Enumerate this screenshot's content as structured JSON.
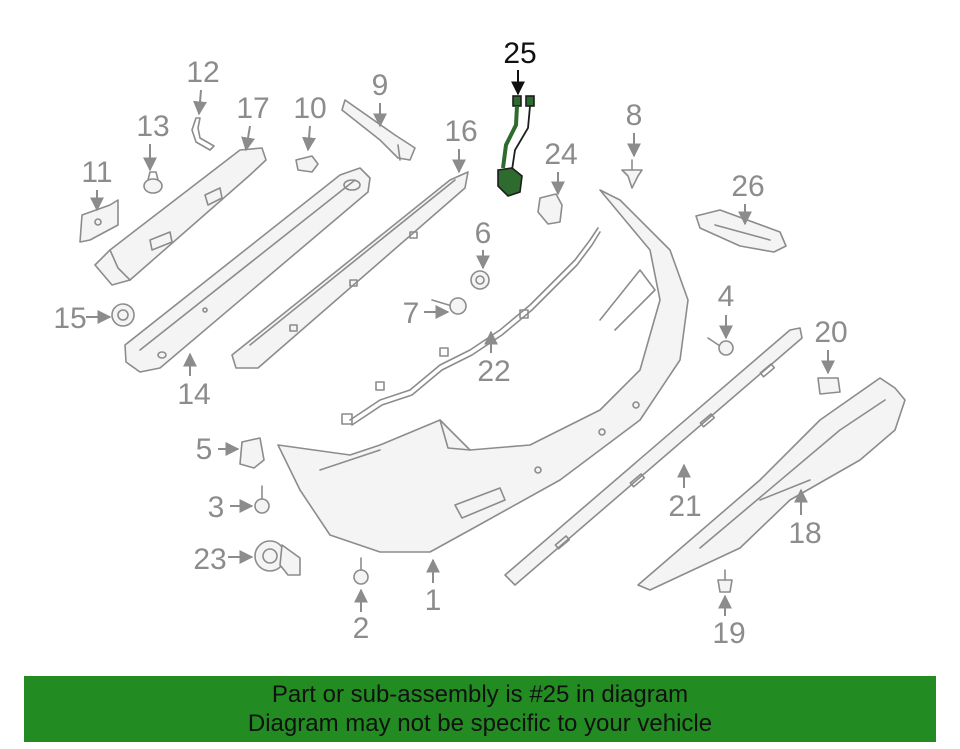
{
  "callouts": {
    "c1": "1",
    "c2": "2",
    "c3": "3",
    "c4": "4",
    "c5": "5",
    "c6": "6",
    "c7": "7",
    "c8": "8",
    "c9": "9",
    "c10": "10",
    "c11": "11",
    "c12": "12",
    "c13": "13",
    "c14": "14",
    "c15": "15",
    "c16": "16",
    "c17": "17",
    "c18": "18",
    "c19": "19",
    "c20": "20",
    "c21": "21",
    "c22": "22",
    "c23": "23",
    "c24": "24",
    "c25": "25",
    "c26": "26"
  },
  "highlighted_part": "25",
  "colors": {
    "banner": "#228b22",
    "part_line": "#8c8c8c",
    "highlight": "#2e6b2e"
  },
  "banner": {
    "line1": "Part or sub-assembly is #25 in diagram",
    "line2": "Diagram may not be specific to your vehicle"
  }
}
